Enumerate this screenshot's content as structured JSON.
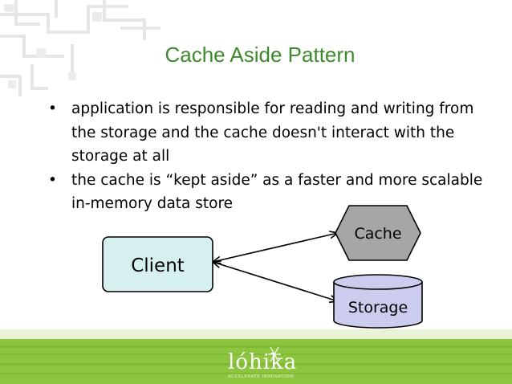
{
  "slide": {
    "title": "Cache Aside Pattern",
    "bullet_marker": "•",
    "bullets": [
      "application is responsible for reading and writing from the storage and the cache doesn't interact with the storage at all",
      "the cache is “kept aside” as a faster and more scalable in-memory data store"
    ]
  },
  "diagram": {
    "nodes": {
      "client": "Client",
      "cache": "Cache",
      "storage": "Storage"
    }
  },
  "footer": {
    "logo_text": "lóhika",
    "logo_tagline": "ACCELERATE INNOVATION"
  },
  "colors": {
    "title": "#3c8a2b",
    "client_fill": "#d6f0f0",
    "cache_fill": "#a6a6a6",
    "storage_fill": "#ccccee",
    "footer_green": "#8cc63f",
    "footer_dark_green": "#4f9a2b"
  }
}
